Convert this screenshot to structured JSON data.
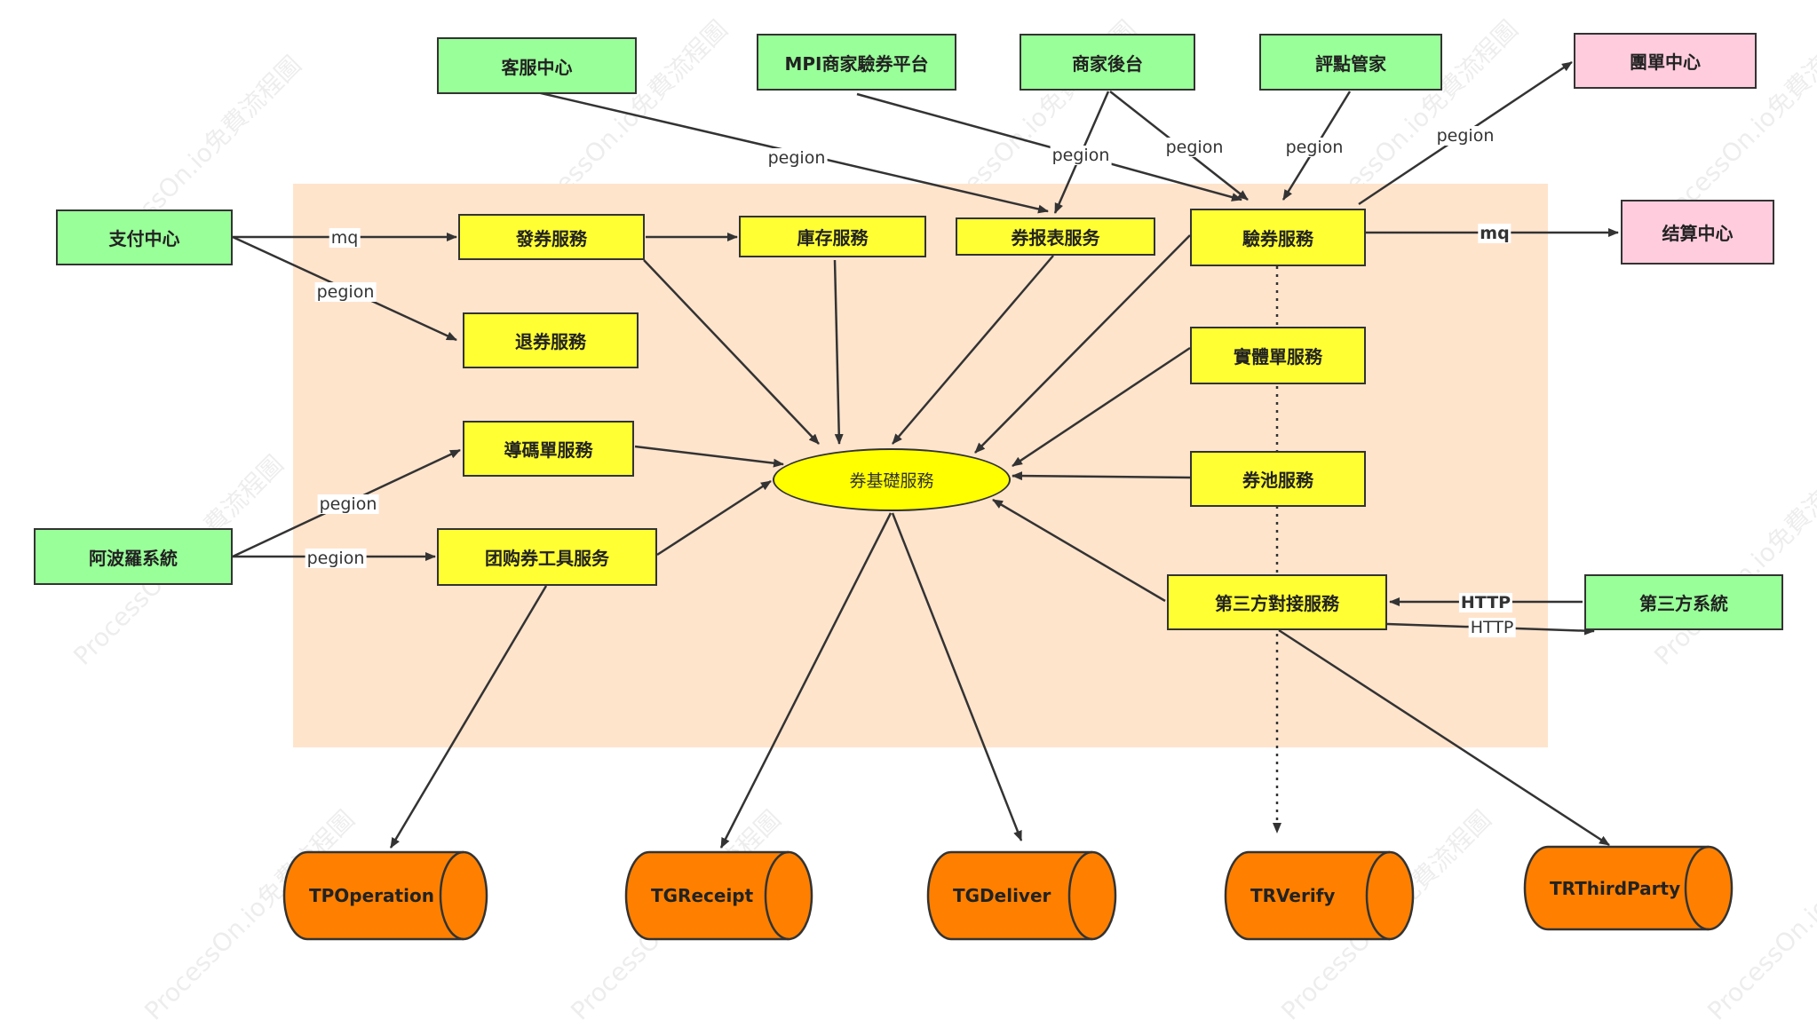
{
  "nodes": {
    "kefu": "客服中心",
    "mpi": "MPI商家驗券平台",
    "backend": "商家後台",
    "pingdian": "評點管家",
    "tuandan": "團單中心",
    "pay": "支付中心",
    "issue": "發券服務",
    "stock": "庫存服務",
    "report": "券报表服务",
    "verify": "驗券服務",
    "settle": "结算中心",
    "refund": "退券服務",
    "entity": "實體單服務",
    "guide": "導碼單服務",
    "base": "券基礎服務",
    "pool": "券池服務",
    "apollo": "阿波羅系統",
    "tool": "团购券工具服务",
    "thirdsvc": "第三方對接服務",
    "thirdsys": "第三方系統"
  },
  "databases": [
    "TPOperation",
    "TGReceipt",
    "TGDeliver",
    "TRVerify",
    "TRThirdParty"
  ],
  "edge_labels": {
    "pegion": "pegion",
    "mq": "mq",
    "http": "HTTP"
  },
  "colors": {
    "external": "#99ff99",
    "external_pink": "#ffccdd",
    "service": "#ffff33",
    "database": "#ff8000",
    "zone": "#ffe4cc"
  }
}
